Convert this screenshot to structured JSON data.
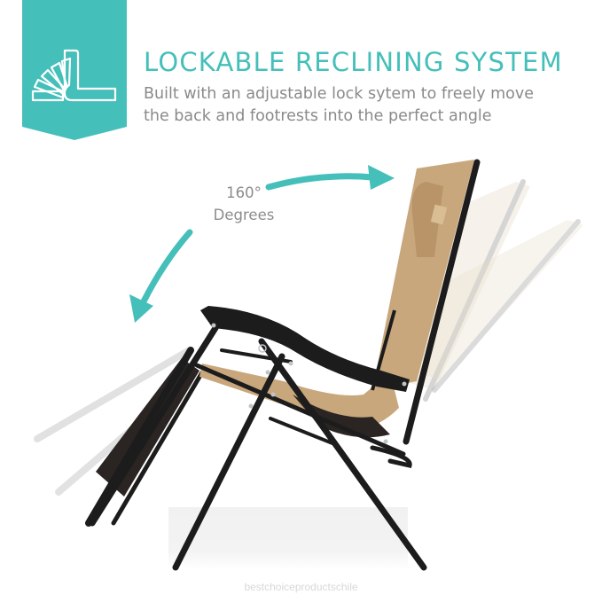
{
  "banner": {
    "icon": "recline-angle-icon",
    "color": "#45bfba"
  },
  "header": {
    "title": "LOCKABLE RECLINING SYSTEM",
    "subtitle_lines": [
      "Built with an adjustable lock sytem to freely move",
      "the back and footrests into the perfect angle"
    ]
  },
  "annotation": {
    "angle": "160°",
    "label": "Degrees",
    "arrow_color": "#45bfba"
  },
  "product": {
    "name": "zero-gravity-recliner-chair",
    "frame_color": "#1c1c1c",
    "cushion_color": "#c9a77c"
  },
  "watermark": "bestchoiceproductschile"
}
